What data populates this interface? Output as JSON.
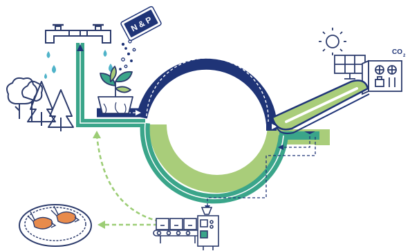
{
  "labels": {
    "nutrients_tag": "N & P",
    "co2_main": "CO",
    "co2_sub": "2"
  },
  "colors": {
    "navy": "#1f3477",
    "teal": "#3aa58a",
    "light_green": "#a9cd7a",
    "dashed_green": "#9ccd75",
    "water_drop": "#4fb3c9",
    "outline": "#2b3a6b"
  },
  "icons": [
    "forest-icon",
    "water-tap-icon",
    "nutrient-tag-icon",
    "plant-pot-icon",
    "sun-icon",
    "solar-panel-icon",
    "co2-control-cabinet-icon",
    "photobioreactor-tube-icon",
    "processing-machine-icon",
    "shrimp-pond-icon"
  ]
}
